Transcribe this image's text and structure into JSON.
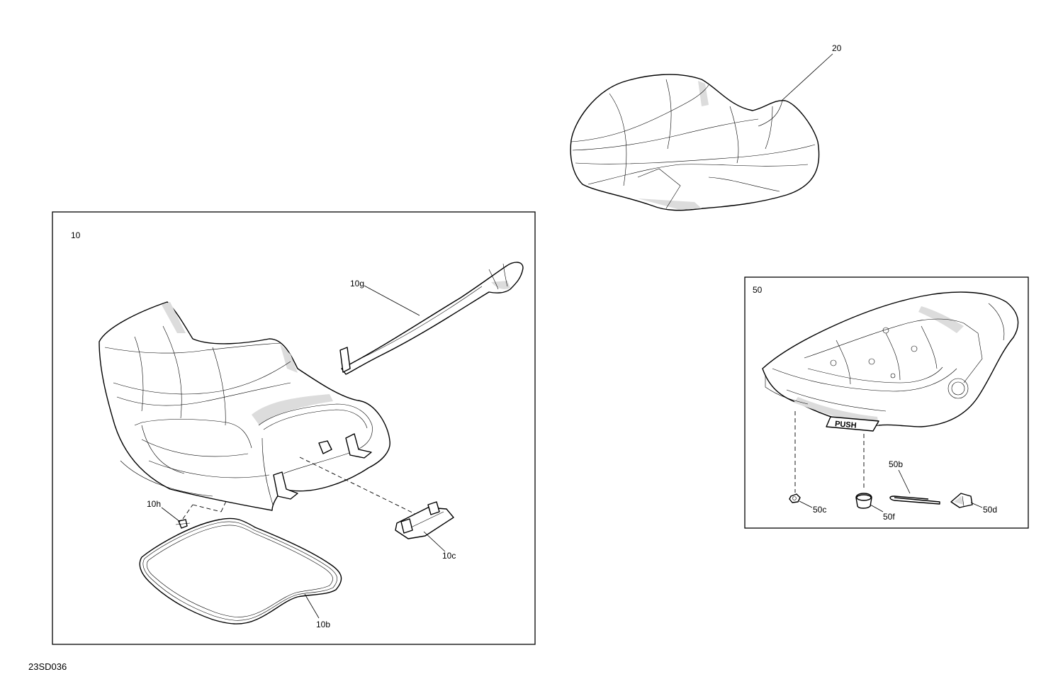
{
  "diagram": {
    "code": "23SD036",
    "groups": [
      {
        "id": "10",
        "label": "10"
      },
      {
        "id": "50",
        "label": "50"
      }
    ],
    "callouts": {
      "p20": "20",
      "p10g": "10g",
      "p10h": "10h",
      "p10c": "10c",
      "p10b": "10b",
      "p50b": "50b",
      "p50c": "50c",
      "p50f": "50f",
      "p50d": "50d"
    },
    "stamp_text": "PUSH"
  }
}
